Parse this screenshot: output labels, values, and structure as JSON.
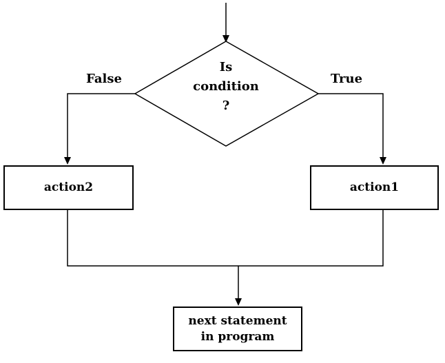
{
  "diagram": {
    "decision": {
      "line1": "Is",
      "line2": "condition",
      "line3": "?"
    },
    "branches": {
      "false_label": "False",
      "true_label": "True"
    },
    "nodes": {
      "action_false": "action2",
      "action_true": "action1",
      "next_line1": "next statement",
      "next_line2": "in program"
    }
  },
  "colors": {
    "line": "#000000",
    "background": "#ffffff"
  }
}
